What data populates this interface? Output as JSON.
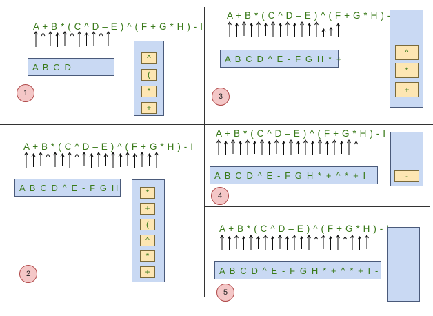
{
  "expression": "A + B * ( C ^ D – E ) ^ ( F + G * H ) - I",
  "steps": [
    {
      "number": "1",
      "output": "A B C D",
      "stack": [
        "^",
        "(",
        "*",
        "+"
      ]
    },
    {
      "number": "2",
      "output": "A B C D ^ E - F G H",
      "stack": [
        "*",
        "+",
        "(",
        "^",
        "*",
        "+"
      ]
    },
    {
      "number": "3",
      "output": "A B C D ^ E - F G H * +",
      "stack": [
        "^",
        "*",
        "+"
      ]
    },
    {
      "number": "4",
      "output": "A B C D ^ E - F G H * + ^ * + I",
      "stack": [
        "-"
      ]
    },
    {
      "number": "5",
      "output": "A B C D ^ E - F G H * + ^ * + I -",
      "stack": []
    }
  ]
}
